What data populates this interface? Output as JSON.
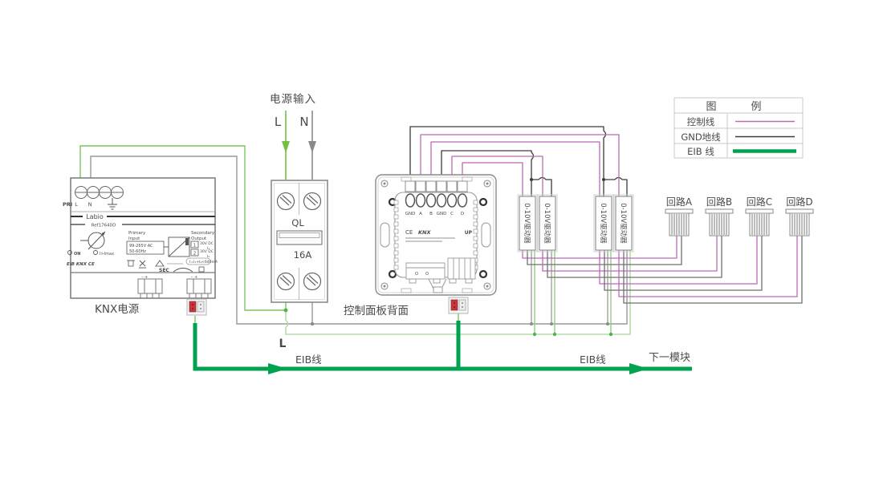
{
  "legend": {
    "title_left": "图",
    "title_right": "例",
    "rows": [
      {
        "label": "控制线",
        "color": "#b96bb4"
      },
      {
        "label": "GND地线",
        "color": "#3c3c3c"
      },
      {
        "label": "EIB 线",
        "color": "#00a24f"
      }
    ]
  },
  "power_input": {
    "title": "电源输入",
    "l": "L",
    "n": "N"
  },
  "breaker": {
    "model": "QL",
    "rating": "16A"
  },
  "psu": {
    "name": "KNX电源",
    "pri": "PRI",
    "l": "L",
    "n": "N",
    "brand": "Labio",
    "ref": "Ref17640D",
    "primary1": "Primary",
    "primary2": "Input",
    "rating1": "99-265V AC",
    "rating2": "50-60Hz",
    "secondary1": "Secondary",
    "secondary2": "Output",
    "out1_no": "1",
    "out1_v": "30V DC",
    "out1_i": "I₁",
    "out2_no": "2",
    "out2_v": "30V DC",
    "out2_i": "I₂",
    "total": "I=I₁+I₂<640mA",
    "led_on": "ON",
    "led_over": "I>Imax",
    "certs": "EIB KNX CE",
    "sec": "SEC",
    "polarity": "–  +"
  },
  "panel": {
    "name": "控制面板背面",
    "terminals": [
      "GND",
      "A",
      "B",
      "GND",
      "C",
      "D"
    ],
    "ce": "CE",
    "knx": "KNX",
    "up": "UP"
  },
  "drivers": {
    "label": "0-10V驱动器"
  },
  "loops": [
    "回路A",
    "回路B",
    "回路C",
    "回路D"
  ],
  "bus": {
    "l": "L",
    "eib": "EIB线",
    "next": "下一模块"
  },
  "colors": {
    "control": "#b96bb4",
    "gnd": "#3c3c3c",
    "neutral": "#9a9a9a",
    "live": "#7cc45f",
    "live_bus": "#b7dcab",
    "eib": "#00a24f",
    "arrow_l": "#76bf45",
    "arrow_n": "#8a8a8a"
  }
}
